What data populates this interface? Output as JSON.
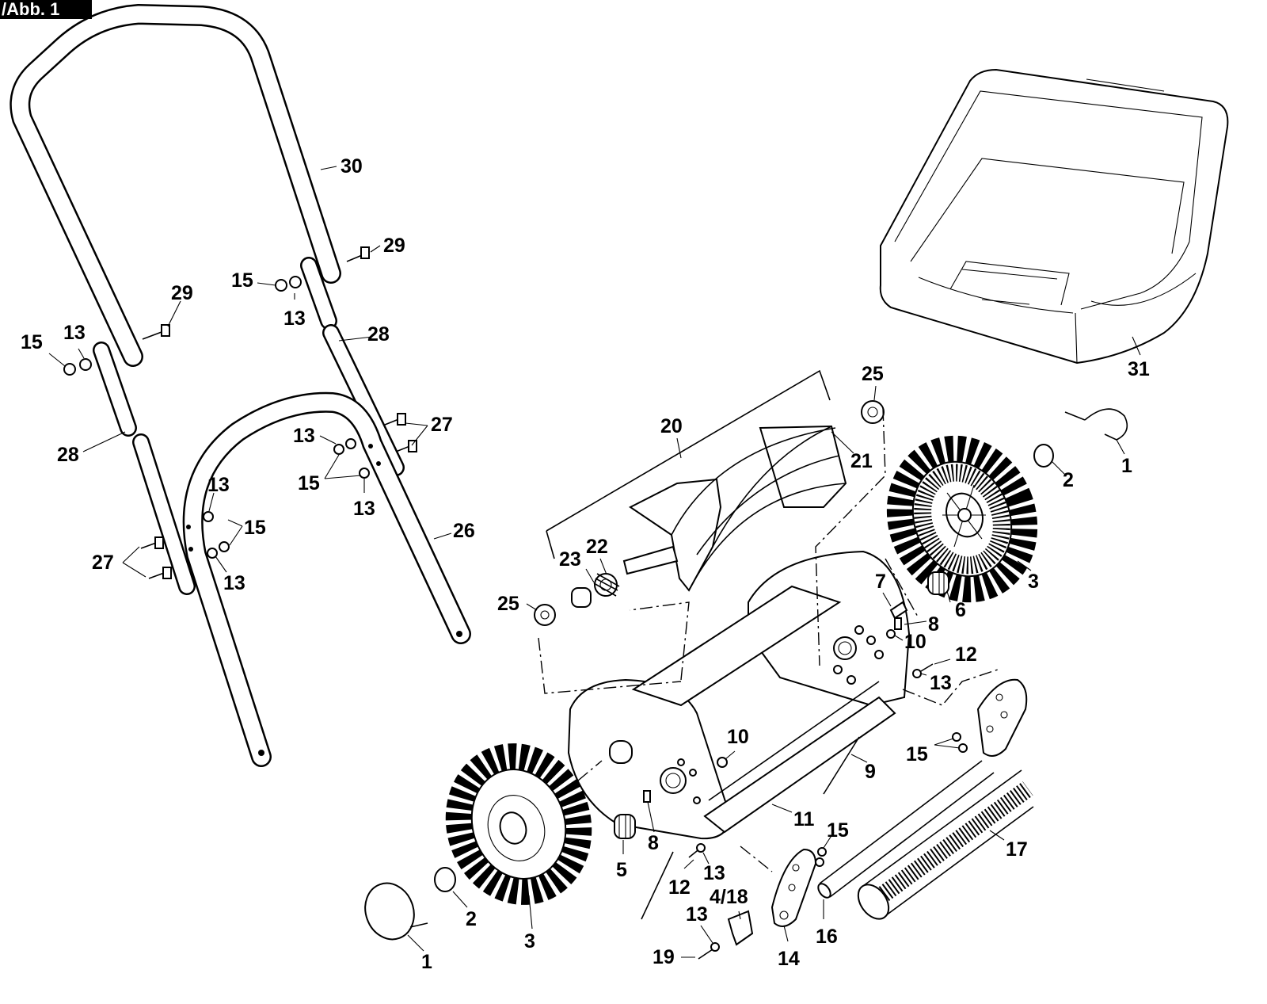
{
  "figure_tag": "/Abb. 1",
  "labels": {
    "l30": "30",
    "l29a": "29",
    "l29b": "29",
    "l15a": "15",
    "l13a": "13",
    "l15b": "15",
    "l13b": "13",
    "l28a": "28",
    "l28b": "28",
    "l13c": "13",
    "l15c": "15",
    "l13d": "13",
    "l27a": "27",
    "l13e": "13",
    "l15d": "15",
    "l27b": "27",
    "l13f": "13",
    "l26": "26",
    "l31": "31",
    "l25a": "25",
    "l20": "20",
    "l21": "21",
    "l1a": "1",
    "l2a": "2",
    "l23": "23",
    "l22": "22",
    "l25b": "25",
    "l3a": "3",
    "l7": "7",
    "l6": "6",
    "l8a": "8",
    "l10a": "10",
    "l12a": "12",
    "l13g": "13",
    "l10b": "10",
    "l9": "9",
    "l15e": "15",
    "l11": "11",
    "l8b": "8",
    "l5": "5",
    "l15f": "15",
    "l17": "17",
    "l12b": "12",
    "l13h": "13",
    "l418": "4/18",
    "l13i": "13",
    "l2b": "2",
    "l3b": "3",
    "l1b": "1",
    "l16": "16",
    "l19": "19",
    "l14": "14"
  }
}
